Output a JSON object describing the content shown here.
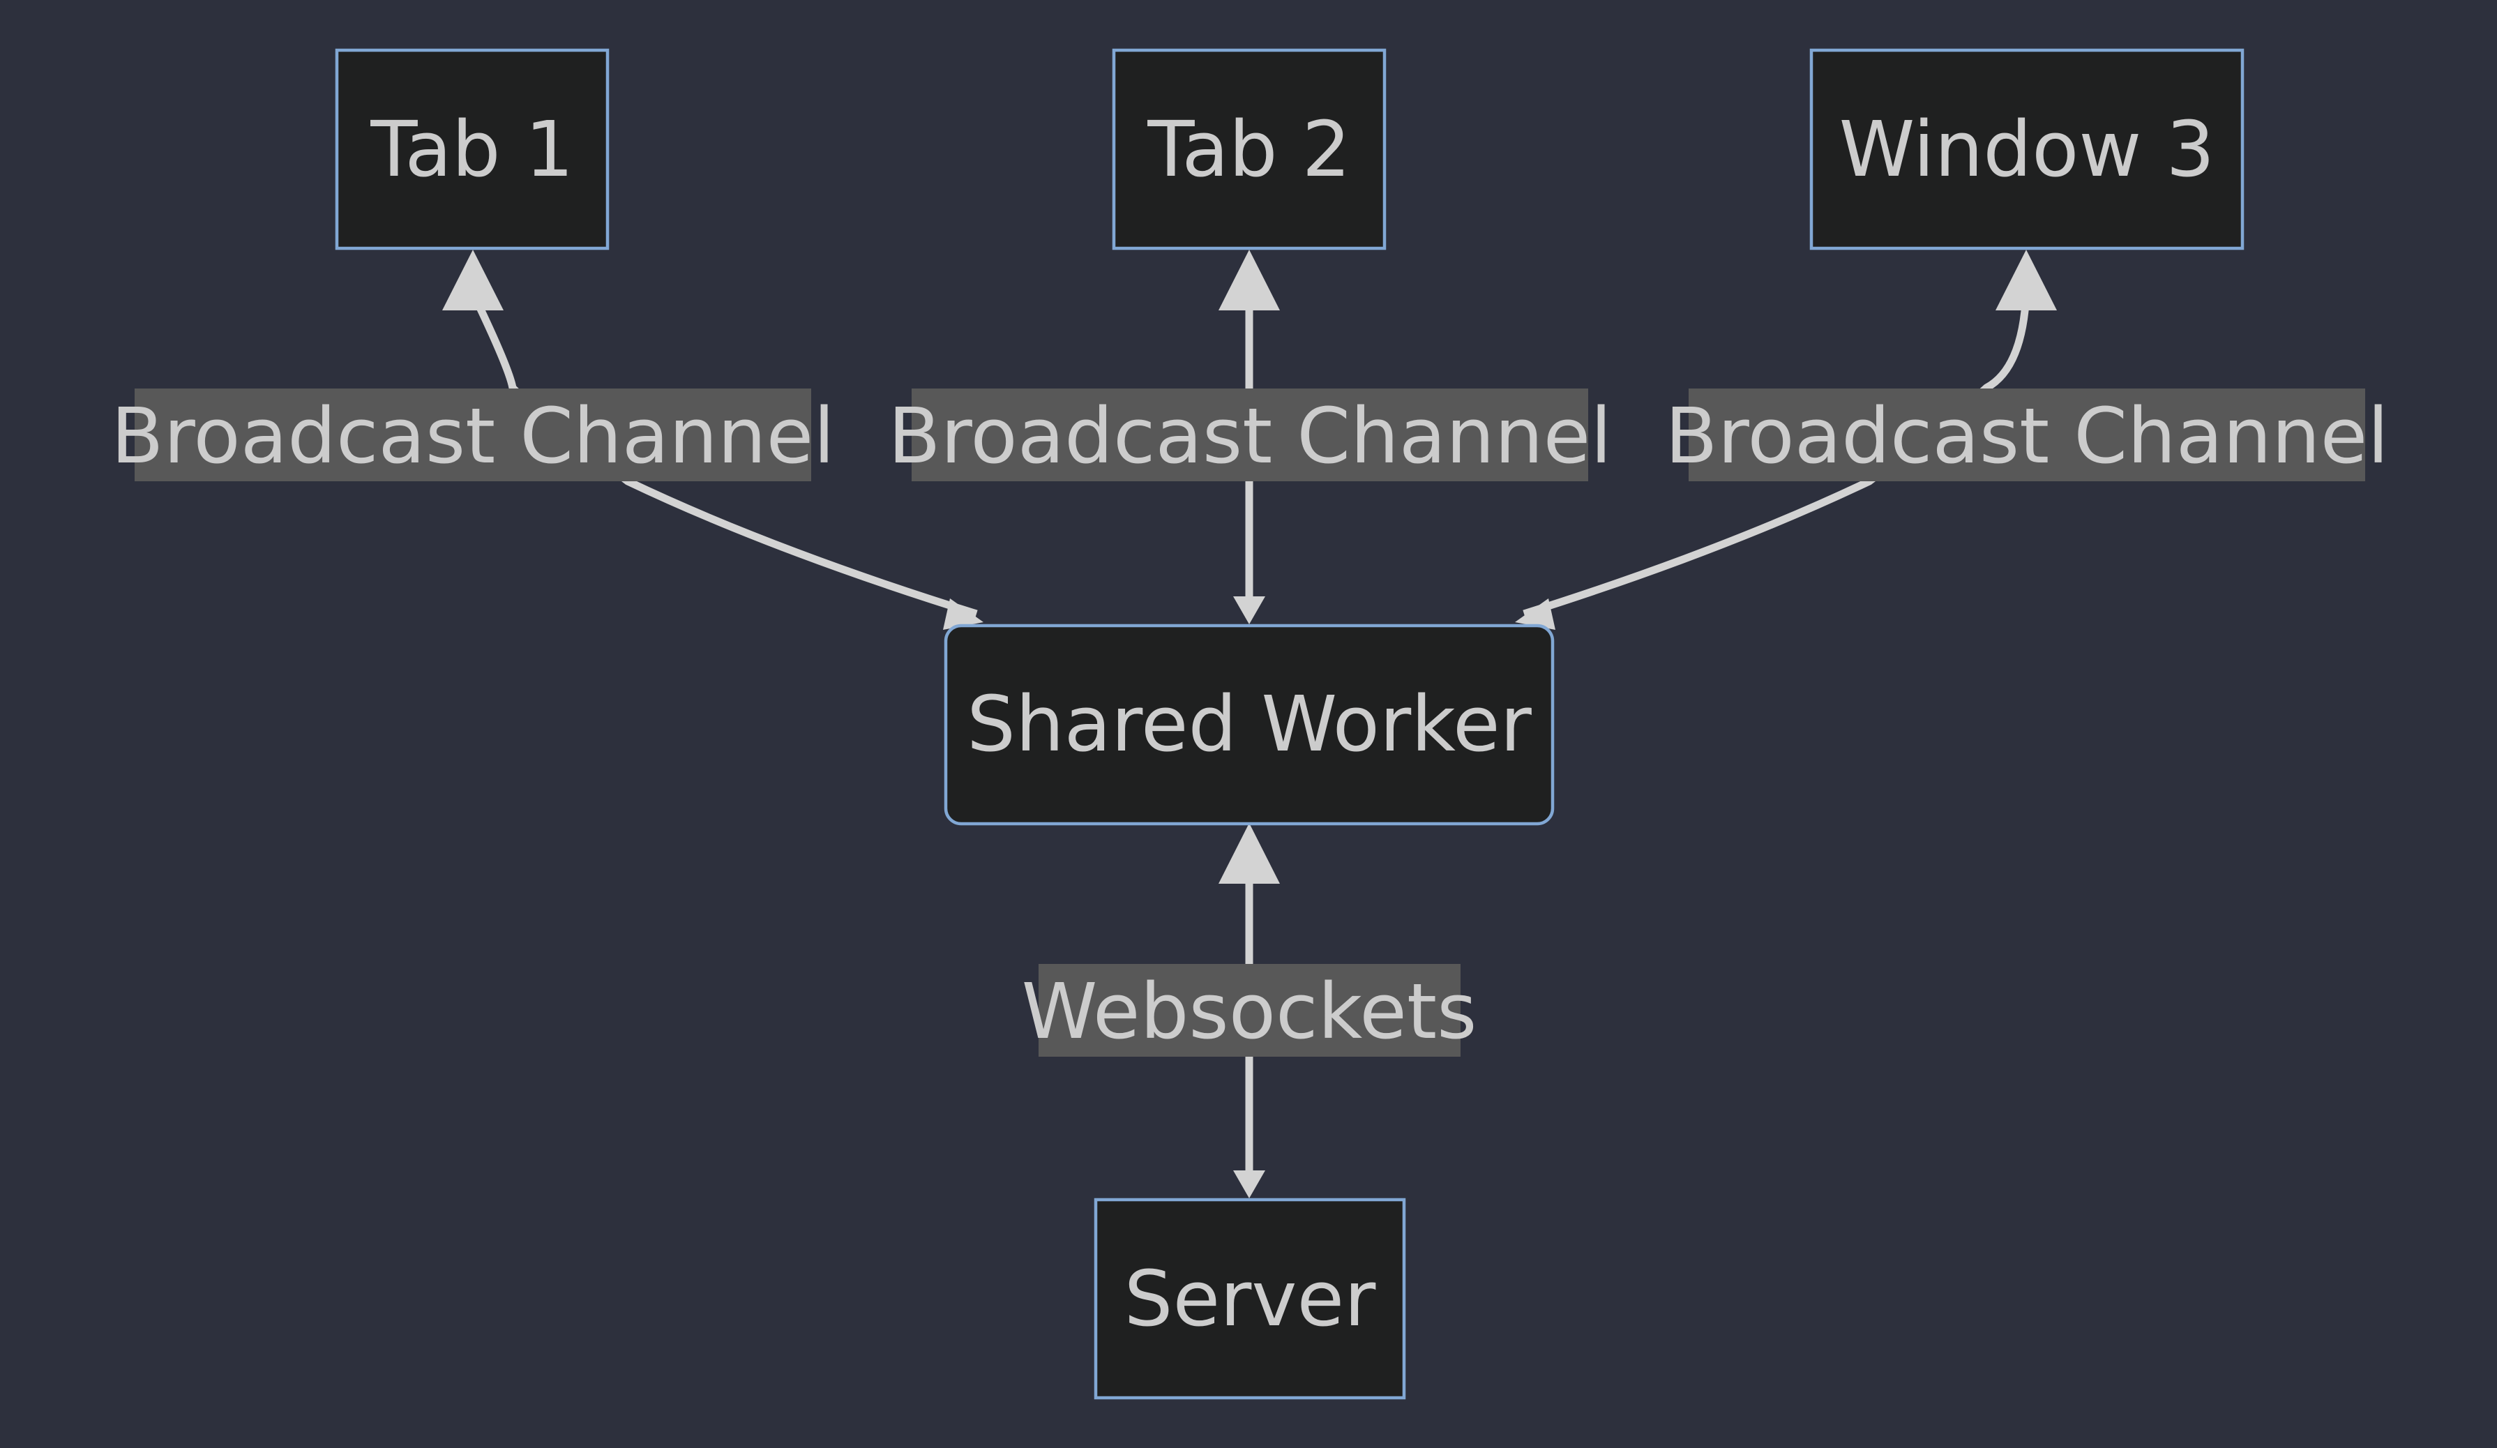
{
  "diagram": {
    "nodes": {
      "tab1": "Tab 1",
      "tab2": "Tab 2",
      "window3": "Window 3",
      "shared_worker": "Shared Worker",
      "server": "Server"
    },
    "edges": {
      "tab1_worker": "Broadcast Channel",
      "tab2_worker": "Broadcast Channel",
      "window3_worker": "Broadcast Channel",
      "worker_server": "Websockets"
    }
  },
  "colors": {
    "background": "#2d303d",
    "node_fill": "#1f2020",
    "node_stroke": "#81a7d4",
    "edge": "#d3d3d3",
    "label_bg": "#585858",
    "text": "#cccccc"
  }
}
